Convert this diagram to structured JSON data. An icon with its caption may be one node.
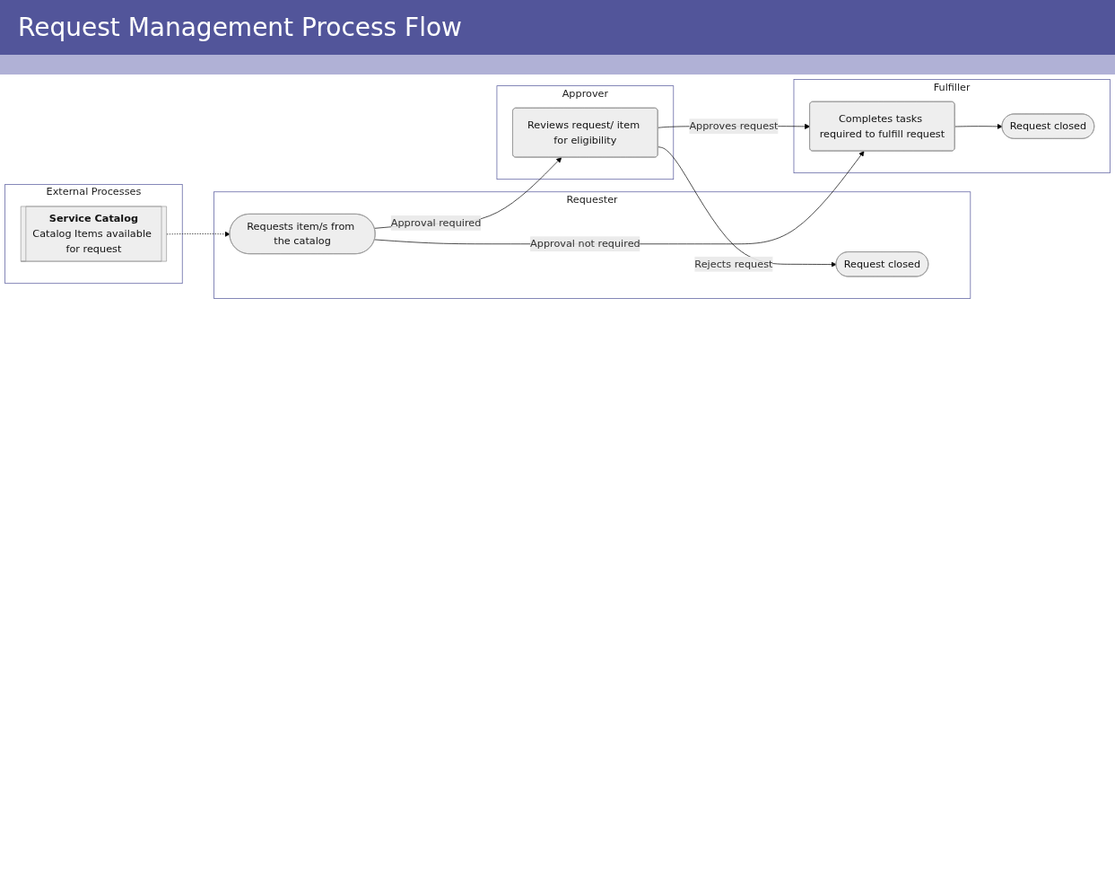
{
  "diagram": {
    "title": "Request Management Process Flow",
    "nodes": [
      {
        "text": [
          "Requester"
        ]
      },
      {
        "text": [
          "Requests item/s from the catalog"
        ],
        "in": 0
      },
      {
        "text": [
          "Request closed"
        ],
        "in": 0
      },
      {
        "text": [
          "Approver"
        ]
      },
      {
        "text": [
          "Reviews request/ item for eligibility"
        ],
        "in": 3
      },
      {
        "text": [
          "Fulfiller"
        ]
      },
      {
        "text": [
          "Completes tasks required to fulfill request"
        ],
        "in": 5
      },
      {
        "text": [
          "Request closed"
        ],
        "in": 5
      },
      {
        "text": [
          "External Processes"
        ]
      },
      {
        "text": [
          "Service Catalog",
          "Catalog Items available for request"
        ],
        "in": 8
      }
    ],
    "edges": [
      {
        "from": 9,
        "to": 1,
        "arrow": "to",
        "style": "dashed"
      },
      {
        "from": 1,
        "to": 4,
        "arrow": "to",
        "label": "Approval required"
      },
      {
        "from": 1,
        "to": 6,
        "arrow": "to",
        "label": "Approval not required"
      },
      {
        "from": 4,
        "to": 2,
        "arrow": "to",
        "label": "Rejects request"
      },
      {
        "from": 4,
        "to": 6,
        "arrow": "to",
        "label": "Approves request"
      },
      {
        "from": 6,
        "to": 7,
        "arrow": "to"
      }
    ]
  }
}
